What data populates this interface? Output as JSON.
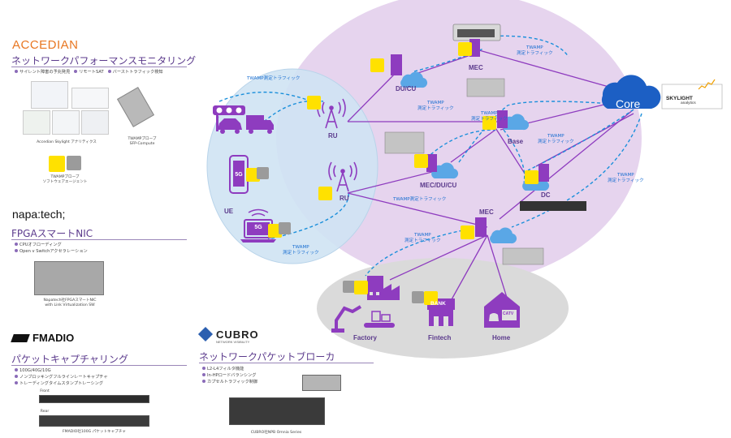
{
  "colors": {
    "accent": "#5b3a8c",
    "twamp": "#1a6fd1",
    "mec_area": "#e6d4ee",
    "ue_area": "#d2e6f5",
    "edge_area": "#dcdcdc",
    "cloud": "#1c5fc4",
    "agent": "#ffe100"
  },
  "left_panel": {
    "accedian": {
      "logo": "ACCEDIAN",
      "title": "ネットワークパフォーマンスモニタリング",
      "bullets": [
        "サイレント障害の予兆発見",
        "リモートSAT",
        "バーストトラフィック検知"
      ],
      "caption_analytics": "Accedian Skylight アナリティクス",
      "caption_probe_1": "TWAMPプローブ",
      "caption_probe_2": "SFP-Compute",
      "caption_agent_1": "TWAMPプローブ",
      "caption_agent_2": "ソフトウェアエージェント"
    },
    "napatech": {
      "logo": "napa:tech;",
      "title": "FPGAスマートNIC",
      "bullets": [
        "CPUオフローディング",
        "Open v Switchアクセラレーション"
      ],
      "caption_1": "Napatech社FPGAスマートNIC",
      "caption_2": "with Link Virtualization SW"
    },
    "fmadio": {
      "logo": "FMADIO",
      "title": "パケットキャプチャリング",
      "bullets": [
        "100G/40G/10G",
        "ノンブロッキングフルラインレートキャプチャ",
        "トレーディングタイムスタンプトレーシング"
      ],
      "front_label": "Front",
      "rear_label": "Rear",
      "caption": "FMADIO社100G パケットキャプチャ"
    },
    "cubro": {
      "logo": "CUBRO",
      "logo_sub": "NETWORK VISIBILITY",
      "title": "ネットワークパケットブローカ",
      "bullets": [
        "L2-L4フィルタ機能",
        "In-HPロードバランシング",
        "カプセルトラフィック制御"
      ],
      "caption": "CUBRO社NPB Omnia Series"
    }
  },
  "diagram": {
    "core": "Core",
    "skylight_1": "SKYLIGHT",
    "skylight_2": "analytics",
    "nodes": {
      "ru_top": "RU",
      "ru_bottom": "RU",
      "ue": "UE",
      "du_cu": "DU/CU",
      "mec_top": "MEC",
      "base": "Base",
      "mec_du_cu": "MEC/DU/CU",
      "dc": "DC",
      "mec_bottom": "MEC",
      "five_g_phone": "5G",
      "five_g_laptop": "5G"
    },
    "edge": {
      "factory": "Factory",
      "fintech": "Fintech",
      "home": "Home",
      "bank": "BANK",
      "catv": "CATV"
    },
    "twamp_labels": [
      {
        "l1": "TWAMP測定トラフィック",
        "l2": ""
      },
      {
        "l1": "TWAMP",
        "l2": "測定トラフィック"
      },
      {
        "l1": "TWAMP",
        "l2": "測定トラフィック"
      },
      {
        "l1": "TWAMP",
        "l2": "測定トラフィック"
      },
      {
        "l1": "TWAMP",
        "l2": "測定トラフィック"
      },
      {
        "l1": "TWAMP測定トラフィック",
        "l2": ""
      },
      {
        "l1": "TWAMP",
        "l2": "測定トラフィック"
      },
      {
        "l1": "TWAMP",
        "l2": "測定トラフィック"
      },
      {
        "l1": "TWAMP",
        "l2": "測定トラフィック"
      }
    ]
  }
}
